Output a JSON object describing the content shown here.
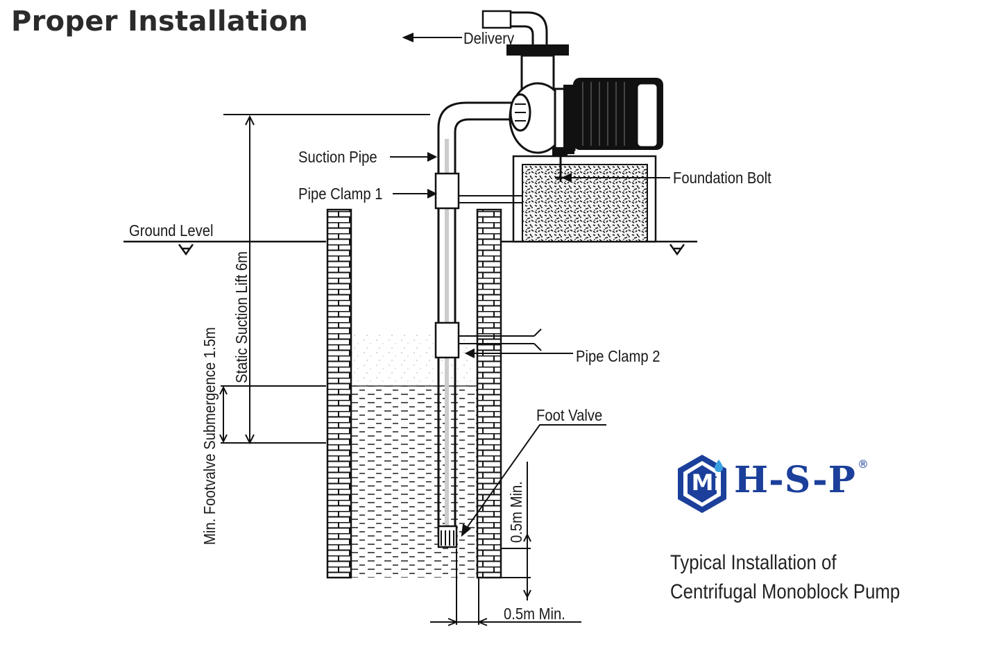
{
  "heading": "Proper Installation",
  "labels": {
    "delivery": "Delivery",
    "suction_pipe": "Suction Pipe",
    "pipe_clamp_1": "Pipe Clamp 1",
    "foundation_bolt": "Foundation Bolt",
    "ground_level": "Ground Level",
    "pipe_clamp_2": "Pipe Clamp 2",
    "foot_valve": "Foot Valve",
    "static_suction_lift": "Static Suction Lift 6m",
    "min_submergence": "Min. Footvalve Submergence 1.5m",
    "min_clearance_bottom": "0.5m Min.",
    "min_clearance_side": "0.5m Min."
  },
  "brand": {
    "mark": "Mi",
    "name": "H-S-P",
    "registered": "®",
    "color": "#1b3f9a"
  },
  "caption": {
    "line1": "Typical Installation of",
    "line2": "Centrifugal Monoblock Pump"
  }
}
